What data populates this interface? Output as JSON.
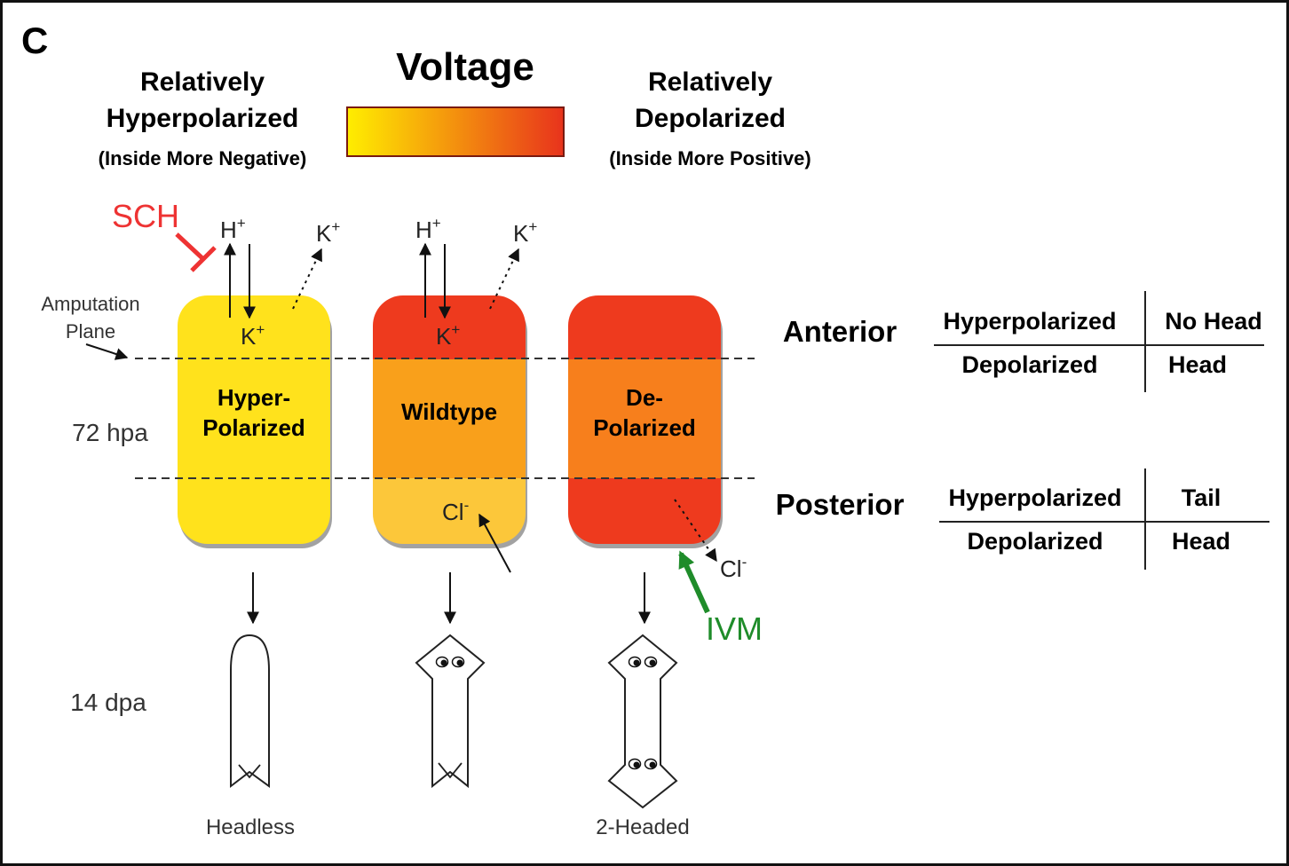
{
  "panel_label": "C",
  "voltage_key": {
    "title": "Voltage",
    "left_line1": "Relatively",
    "left_line2": "Hyperpolarized",
    "left_sub": "(Inside More Negative)",
    "right_line1": "Relatively",
    "right_line2": "Depolarized",
    "right_sub": "(Inside More Positive)",
    "gradient_start": "#ffee00",
    "gradient_end": "#e8331c"
  },
  "colors": {
    "yellow": "#ffe21c",
    "pale_orange": "#fcc73a",
    "orange": "#f9a01b",
    "deep_orange": "#f77f1c",
    "red": "#ee3a1e",
    "sch_red": "#ee3333",
    "ivm_green": "#1f8c2a"
  },
  "labels": {
    "sch": "SCH",
    "ivm": "IVM",
    "amputation_line1": "Amputation",
    "amputation_line2": "Plane",
    "hpa": "72 hpa",
    "dpa": "14 dpa",
    "ion_h": "H",
    "ion_k": "K",
    "ion_cl": "Cl",
    "plus": "+",
    "minus": "-"
  },
  "fragments": [
    {
      "line1": "Hyper-",
      "line2": "Polarized",
      "outcome": "Headless"
    },
    {
      "line1": "Wildtype",
      "line2": "",
      "outcome": ""
    },
    {
      "line1": "De-",
      "line2": "Polarized",
      "outcome": "2-Headed"
    }
  ],
  "tables": {
    "anterior": {
      "heading": "Anterior",
      "rows": [
        [
          "Hyperpolarized",
          "No Head"
        ],
        [
          "Depolarized",
          "Head"
        ]
      ]
    },
    "posterior": {
      "heading": "Posterior",
      "rows": [
        [
          "Hyperpolarized",
          "Tail"
        ],
        [
          "Depolarized",
          "Head"
        ]
      ]
    }
  }
}
